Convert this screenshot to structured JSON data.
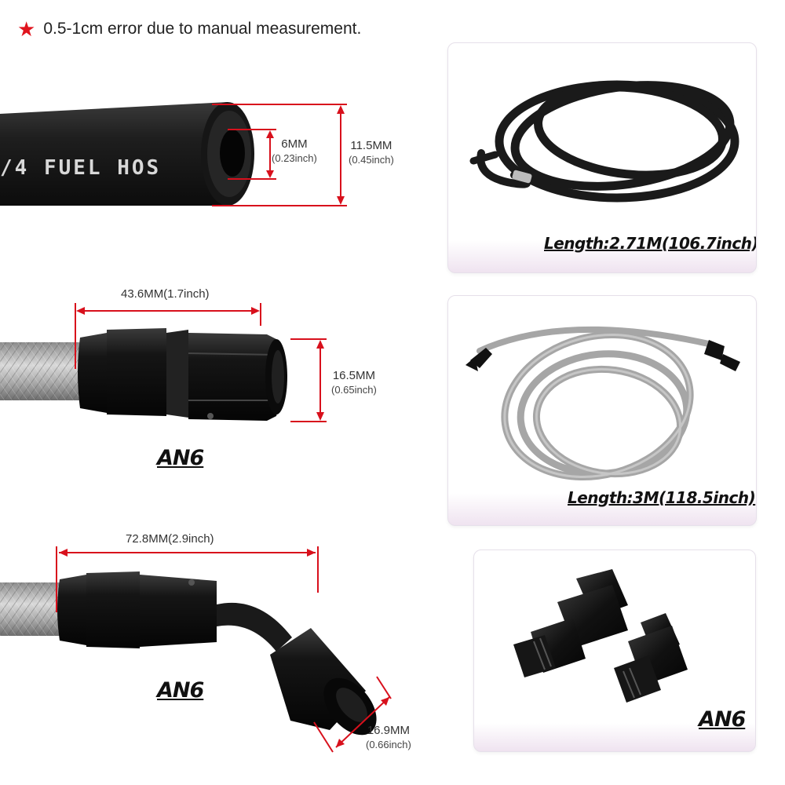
{
  "note": {
    "icon": "star-icon",
    "text": "0.5-1cm error due to manual measurement."
  },
  "hose": {
    "print": "/4 FUEL HOS",
    "inner": {
      "mm": "6MM",
      "inch": "(0.23inch)"
    },
    "outer": {
      "mm": "11.5MM",
      "inch": "(0.45inch)"
    }
  },
  "fitting_straight": {
    "length": "43.6MM(1.7inch)",
    "diameter": {
      "mm": "16.5MM",
      "inch": "(0.65inch)"
    },
    "label": "AN6"
  },
  "fitting_angled": {
    "length": "72.8MM(2.9inch)",
    "diameter": {
      "mm": "16.9MM",
      "inch": "(0.66inch)"
    },
    "label": "AN6"
  },
  "cards": {
    "black_hose": {
      "length_label": "Length:2.71M(106.7inch)"
    },
    "braided_hose": {
      "length_label": "Length:3M(118.5inch)"
    },
    "adapters": {
      "label": "AN6"
    }
  },
  "colors": {
    "accent_red": "#e0141e",
    "dimension_red": "#d8101c",
    "fitting_black": "#121212",
    "card_tint": "#efe3f0"
  }
}
